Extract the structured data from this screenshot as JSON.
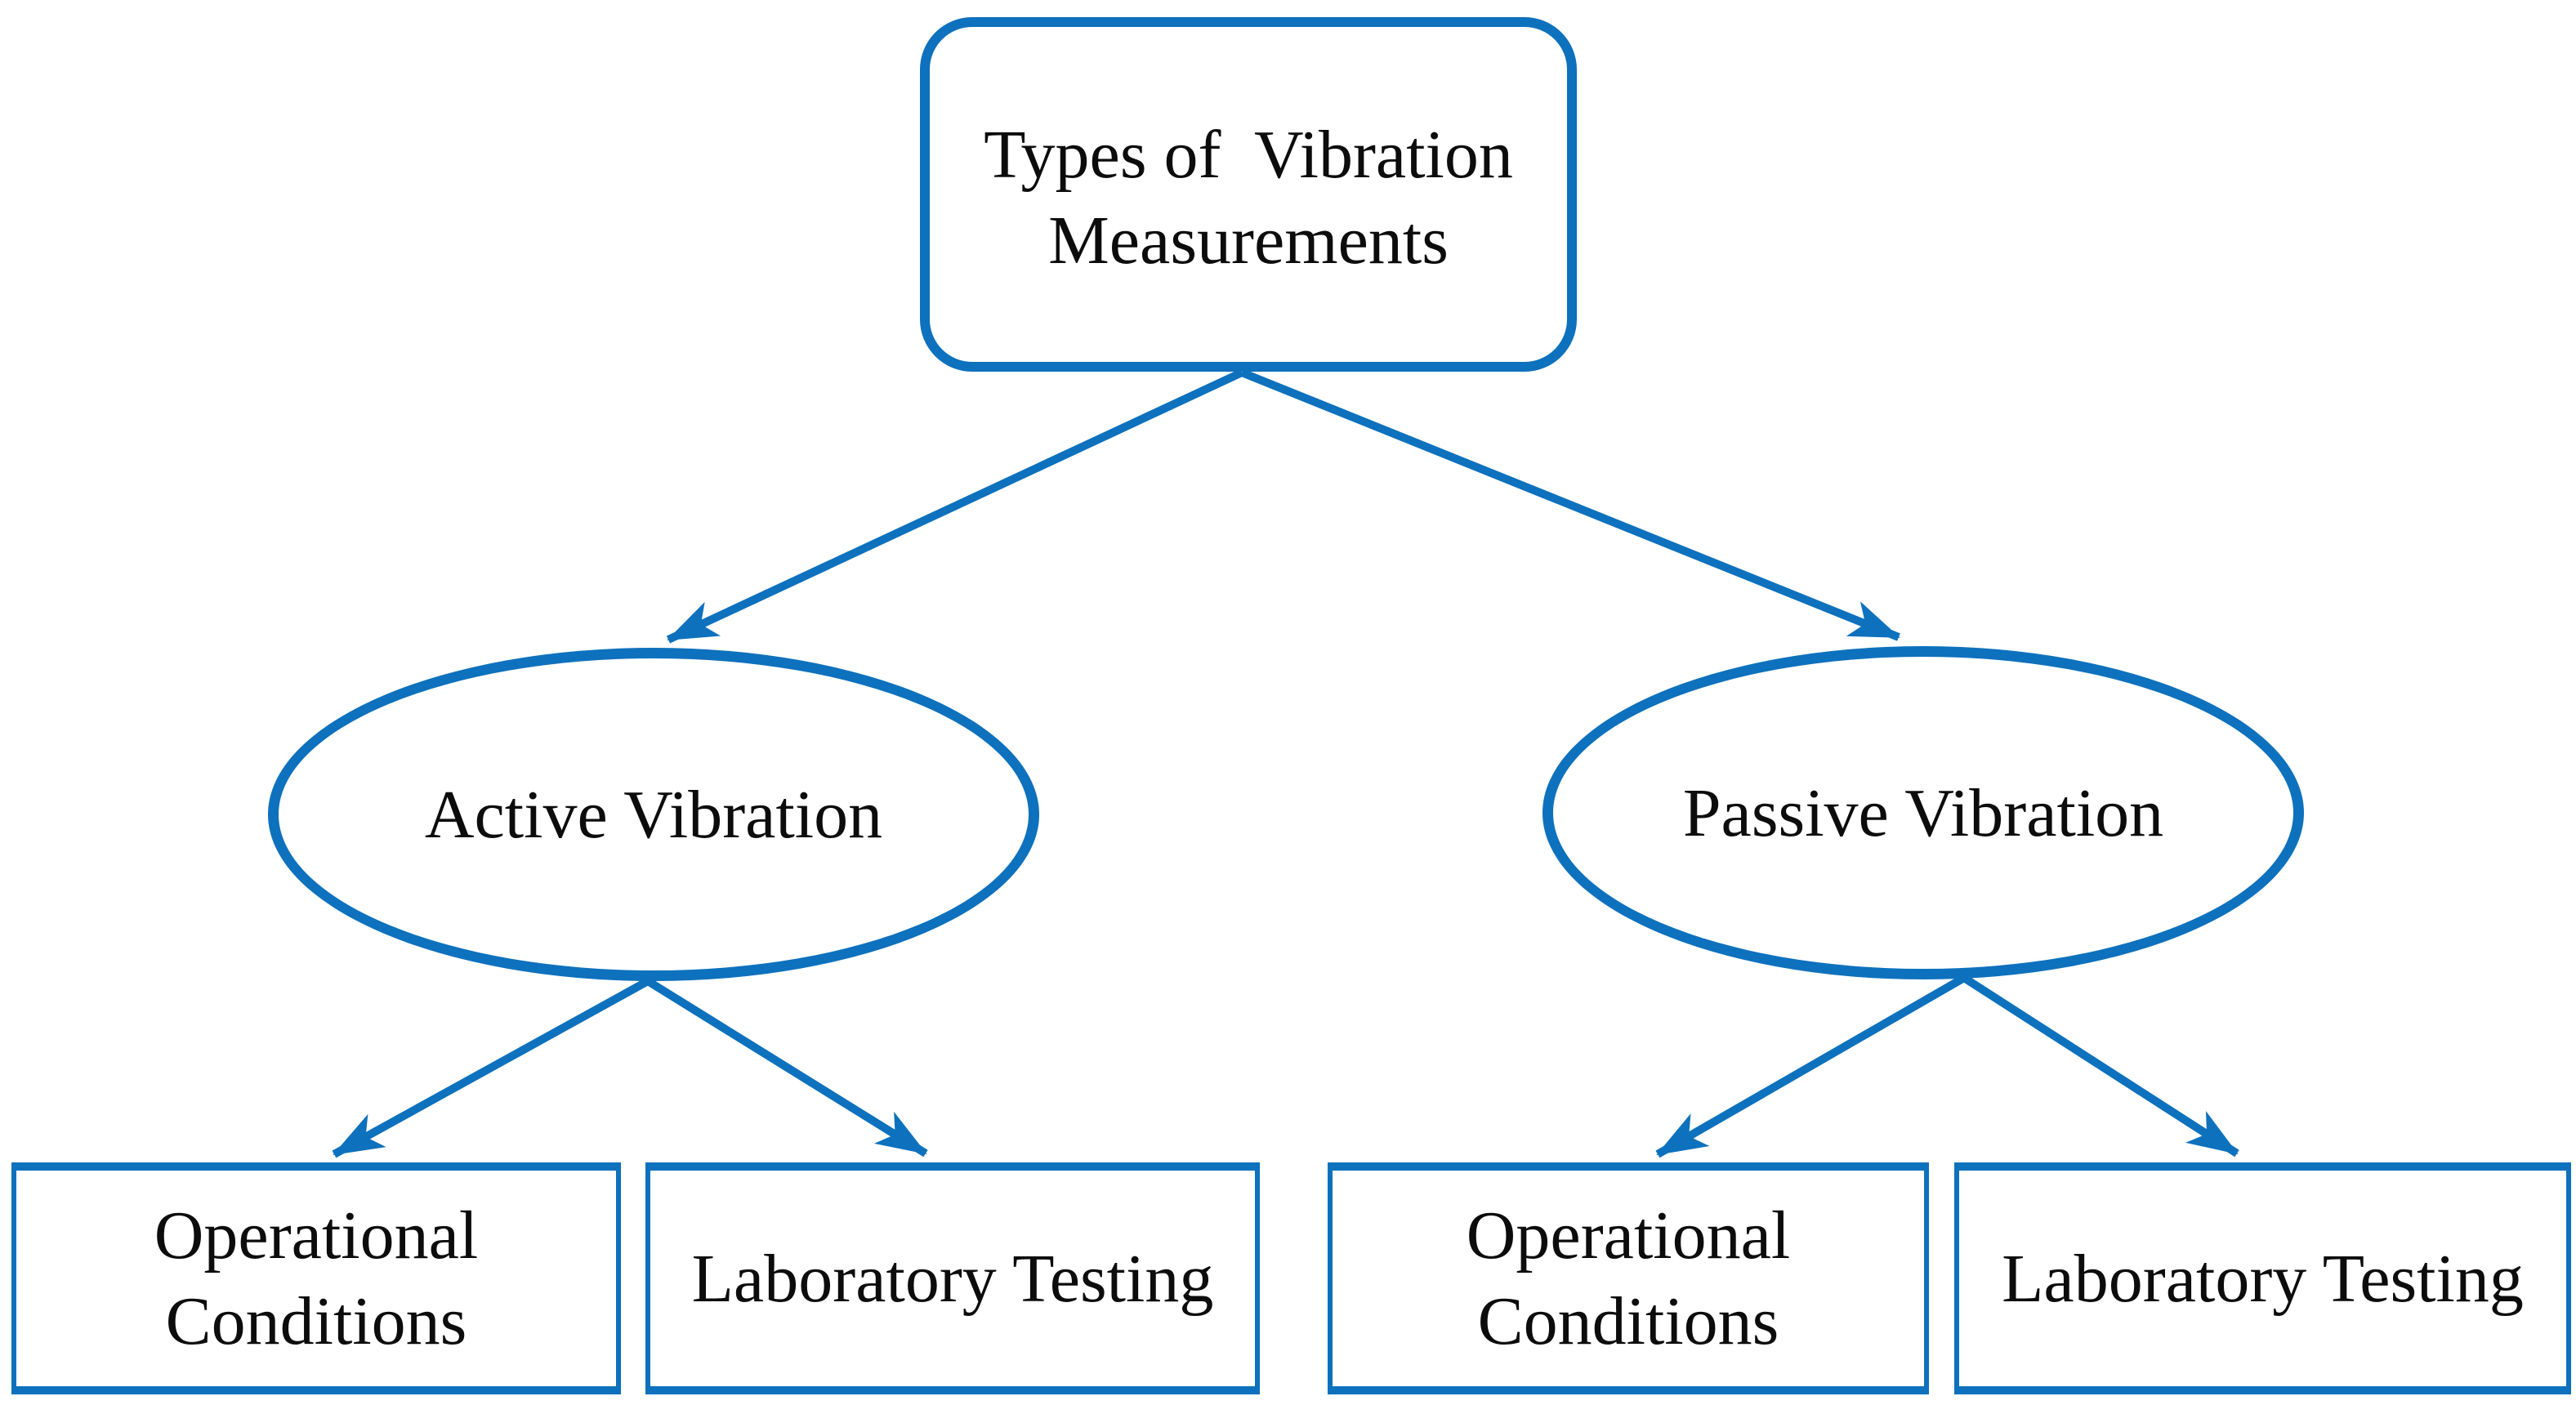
{
  "diagram": {
    "description": "Hierarchy of types of vibration measurements",
    "colors": {
      "accent_blue": "#0d71bd",
      "text": "#0c0c0c",
      "background": "#ffffff"
    }
  },
  "nodes": {
    "root": {
      "line1": "Types of  Vibration",
      "line2": "Measurements"
    },
    "active": {
      "label": "Active Vibration"
    },
    "passive": {
      "label": "Passive Vibration"
    },
    "active_operational": {
      "line1": "Operational",
      "line2": "Conditions"
    },
    "active_laboratory": {
      "label": "Laboratory Testing"
    },
    "passive_operational": {
      "line1": "Operational",
      "line2": "Conditions"
    },
    "passive_laboratory": {
      "label": "Laboratory Testing"
    }
  },
  "edges": [
    {
      "from": "root",
      "to": "active"
    },
    {
      "from": "root",
      "to": "passive"
    },
    {
      "from": "active",
      "to": "active_operational"
    },
    {
      "from": "active",
      "to": "active_laboratory"
    },
    {
      "from": "passive",
      "to": "passive_operational"
    },
    {
      "from": "passive",
      "to": "passive_laboratory"
    }
  ]
}
